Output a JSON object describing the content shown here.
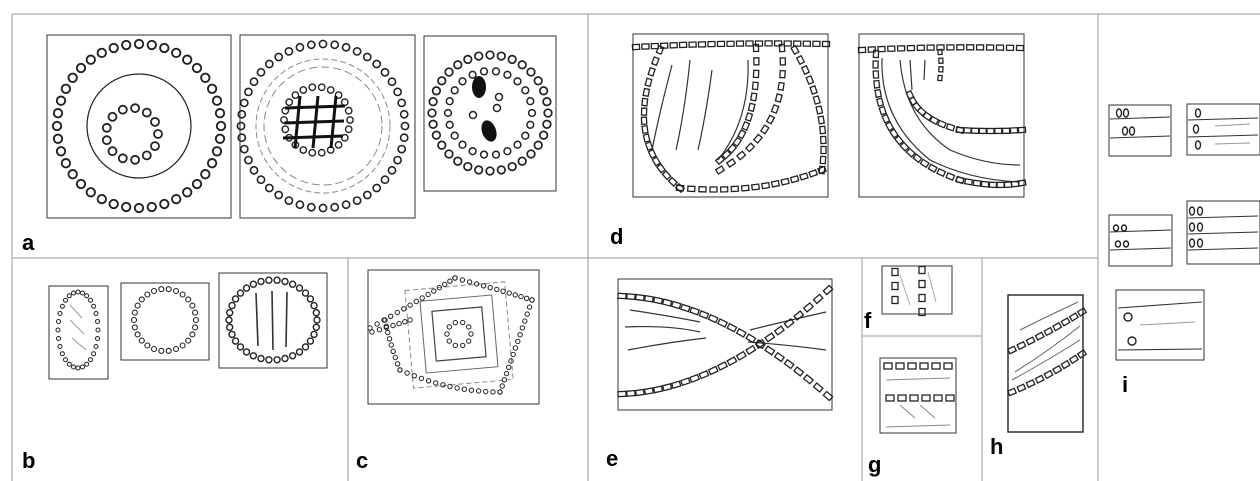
{
  "figure": {
    "panel_labels": {
      "a": "a",
      "b": "b",
      "c": "c",
      "d": "d",
      "e": "e",
      "f": "f",
      "g": "g",
      "h": "h",
      "i": "i"
    },
    "colors": {
      "ink": "#222222",
      "grid": "#999999",
      "frame": "#333333",
      "hatch": "#8a8a8a"
    }
  }
}
